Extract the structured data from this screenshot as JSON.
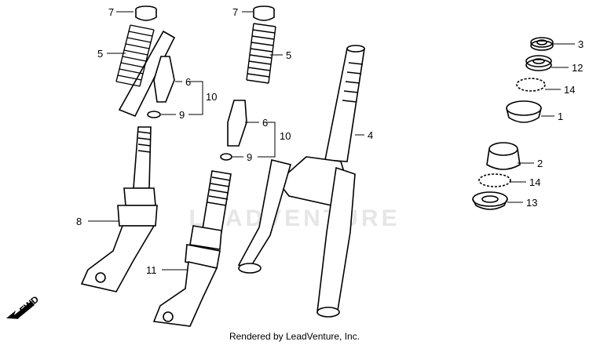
{
  "diagram": {
    "footer": "Rendered by LeadVenture, Inc.",
    "watermark": "LEADVENTURE",
    "direction_label": "FWD",
    "callouts": [
      {
        "id": "c7a",
        "label": "7"
      },
      {
        "id": "c5a",
        "label": "5"
      },
      {
        "id": "c6a",
        "label": "6"
      },
      {
        "id": "c10a",
        "label": "10"
      },
      {
        "id": "c9a",
        "label": "9"
      },
      {
        "id": "c8",
        "label": "8"
      },
      {
        "id": "c7b",
        "label": "7"
      },
      {
        "id": "c5b",
        "label": "5"
      },
      {
        "id": "c6b",
        "label": "6"
      },
      {
        "id": "c10b",
        "label": "10"
      },
      {
        "id": "c9b",
        "label": "9"
      },
      {
        "id": "c11",
        "label": "11"
      },
      {
        "id": "c4",
        "label": "4"
      },
      {
        "id": "c3",
        "label": "3"
      },
      {
        "id": "c12",
        "label": "12"
      },
      {
        "id": "c14a",
        "label": "14"
      },
      {
        "id": "c1",
        "label": "1"
      },
      {
        "id": "c2",
        "label": "2"
      },
      {
        "id": "c14b",
        "label": "14"
      },
      {
        "id": "c13",
        "label": "13"
      }
    ]
  }
}
